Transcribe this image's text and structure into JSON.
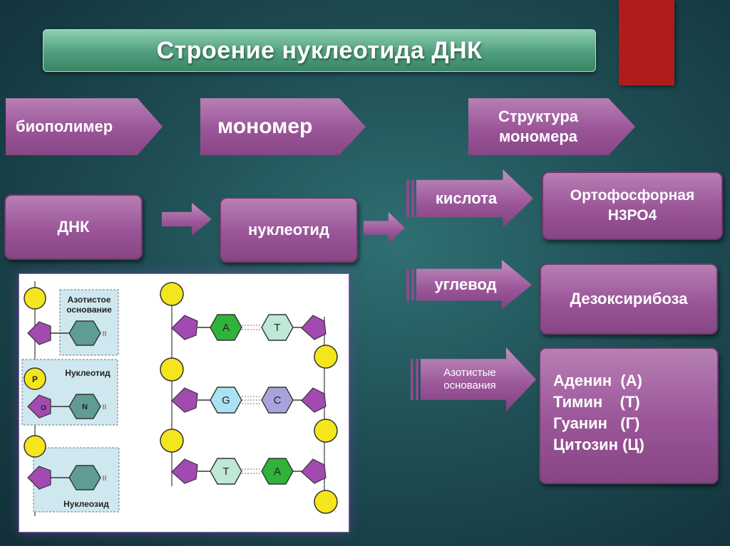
{
  "title": "Строение нуклеотида ДНК",
  "headers": {
    "biopolymer": "биополимер",
    "monomer": "мономер",
    "structure_line1": "Структура",
    "structure_line2": "мономера"
  },
  "flow": {
    "dna": "ДНК",
    "nucleotide": "нуклеотид"
  },
  "components": {
    "acid_label": "кислота",
    "acid_value_line1": "Ортофосфорная",
    "acid_value_line2": "Н3РО4",
    "carb_label": "углевод",
    "carb_value": "Дезоксирибоза",
    "bases_label_line1": "Азотистые",
    "bases_label_line2": "основания",
    "bases": [
      "Аденин  (А)",
      "Тимин    (Т)",
      "Гуанин   (Г)",
      "Цитозин (Ц)"
    ]
  },
  "diagram": {
    "label_base_line1": "Азотистое",
    "label_base_line2": "основание",
    "label_nucleotide": "Нуклеотид",
    "label_nucleoside": "Нуклеозид",
    "phosphate_symbol": "P",
    "sugar_symbol": "O",
    "base_symbol": "N",
    "pairs": [
      {
        "left": "A",
        "right": "T"
      },
      {
        "left": "G",
        "right": "C"
      },
      {
        "left": "T",
        "right": "A"
      }
    ]
  },
  "colors": {
    "purple_box": "#9a5598",
    "title_green": "#4f9e7f",
    "red_accent": "#b01c1c",
    "phosphate_yellow": "#f5e51c",
    "sugar_purple": "#a24ab2",
    "base_teal": "#5f9c94",
    "adenine_green": "#2fb33a",
    "thymine_mint": "#bfe8d6",
    "guanine_cyan": "#a9e2f2",
    "cytosine_lavender": "#a9a3dd"
  }
}
